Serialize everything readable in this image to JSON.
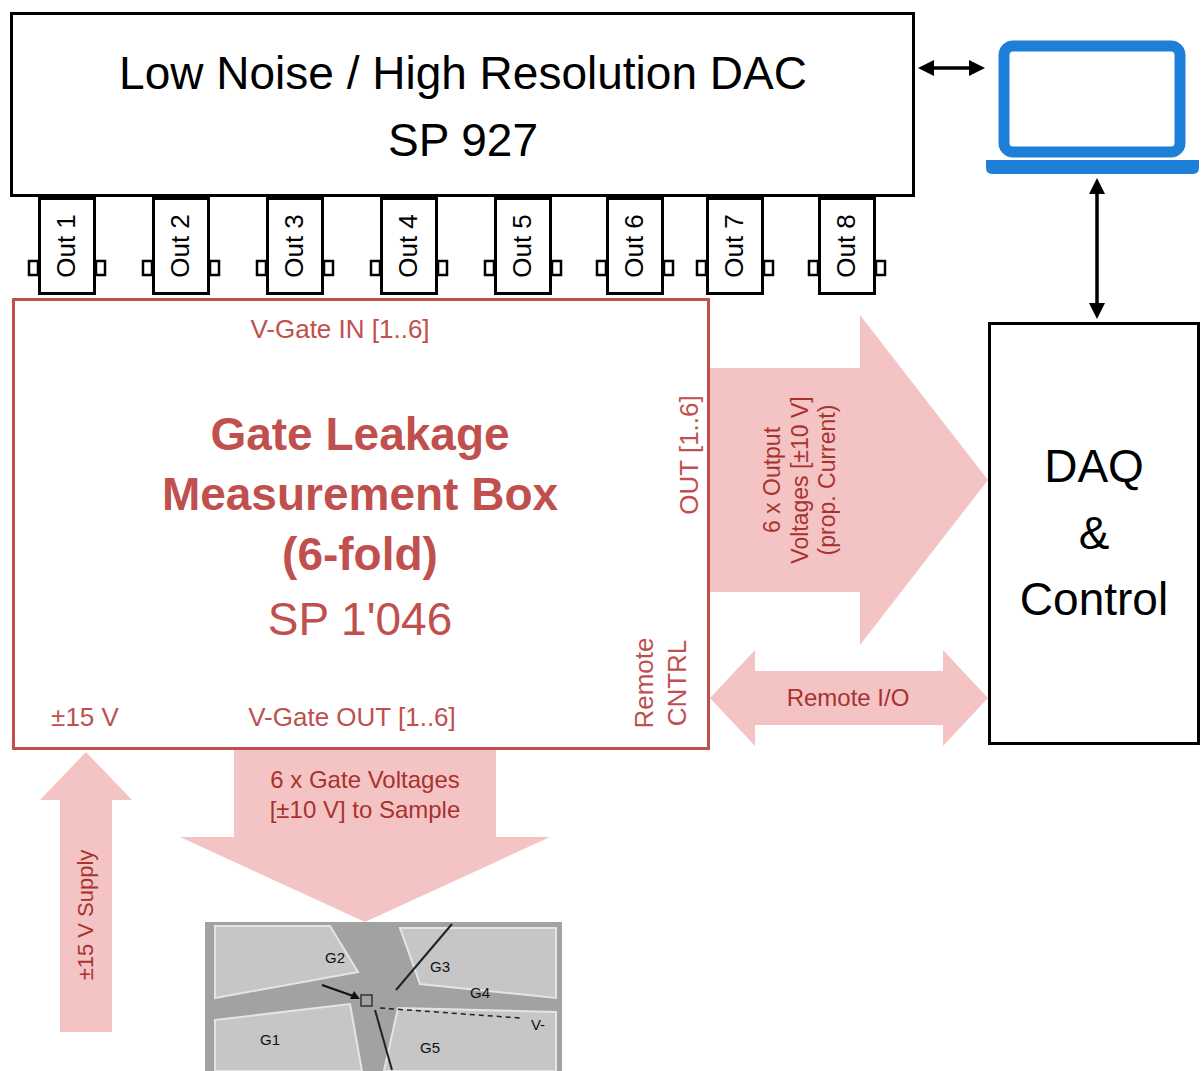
{
  "diagram": {
    "nodes": [
      {
        "text": [
          "Low Noise / High Resolution DAC SP 927"
        ]
      },
      {
        "text": [
          "Out 1"
        ]
      },
      {
        "text": [
          "Out 2"
        ]
      },
      {
        "text": [
          "Out 3"
        ]
      },
      {
        "text": [
          "Out 4"
        ]
      },
      {
        "text": [
          "Out 5"
        ]
      },
      {
        "text": [
          "Out 6"
        ]
      },
      {
        "text": [
          "Out 7"
        ]
      },
      {
        "text": [
          "Out 8"
        ]
      },
      {
        "text": [
          "V-Gate IN [1..6]",
          "Gate Leakage Measurement Box (6-fold)",
          "SP 1'046",
          "OUT [1..6]",
          "Remote CNTRL",
          "±15 V",
          "V-Gate OUT [1..6]"
        ]
      },
      {
        "text": [
          "DAQ & Control"
        ]
      },
      {
        "text": [
          "G2",
          "G3",
          "G4",
          "G1",
          "G5",
          "V-"
        ]
      }
    ],
    "edges": [
      {
        "from": 9,
        "to": 10,
        "arrow": "to",
        "label": "6 x Output Voltages [±10 V] (prop. Current)"
      },
      {
        "from": 9,
        "to": 10,
        "arrow": "both",
        "label": "Remote I/O"
      },
      {
        "from": 9,
        "to": 11,
        "arrow": "to",
        "label": "6 x Gate Voltages [±10 V] to Sample"
      }
    ],
    "labels": [
      "±15 V Supply"
    ]
  }
}
